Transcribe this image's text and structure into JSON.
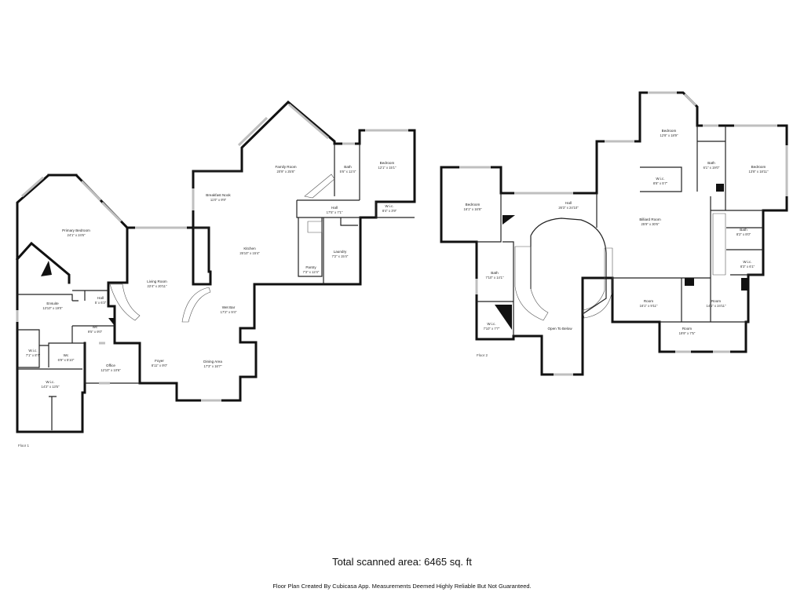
{
  "rooms": {
    "primary_bedroom": {
      "name": "Primary Bedroom",
      "dims": "24'1\" x 24'6\""
    },
    "ensuite": {
      "name": "Ensuite",
      "dims": "13'10\" x 19'0\""
    },
    "wic_a": {
      "name": "W.i.c.",
      "dims": "7'1\" x 8'7\""
    },
    "wc_a": {
      "name": "Wc",
      "dims": "6'9\" x 5'10\""
    },
    "wic_b": {
      "name": "W.i.c.",
      "dims": "14'2\" x 13'5\""
    },
    "hall_a": {
      "name": "Hall",
      "dims": "5' x 6'3\""
    },
    "wc_b": {
      "name": "Wc",
      "dims": "9'5\" x 9'0\""
    },
    "office": {
      "name": "Office",
      "dims": "12'10\" x 10'6\""
    },
    "living_room": {
      "name": "Living Room",
      "dims": "22'4\" x 20'11\""
    },
    "foyer": {
      "name": "Foyer",
      "dims": "8'11\" x 9'0\""
    },
    "dining_area": {
      "name": "Dining Area",
      "dims": "17'3\" x 16'7\""
    },
    "wet_bar": {
      "name": "Wet Bar",
      "dims": "17'2\" x 9'4\""
    },
    "breakfast_nook": {
      "name": "Breakfast Nook",
      "dims": "11'0\" x 9'9\""
    },
    "kitchen": {
      "name": "Kitchen",
      "dims": "25'10\" x 15'4\""
    },
    "family_room": {
      "name": "Family Room",
      "dims": "20'9\" x 25'8\""
    },
    "bath_1": {
      "name": "Bath",
      "dims": "5'6\" x 12'4\""
    },
    "bedroom_1": {
      "name": "Bedroom",
      "dims": "12'1\" x 15'1\""
    },
    "hall_b": {
      "name": "Hall",
      "dims": "17'5\" x 7'1\""
    },
    "wic_c": {
      "name": "W.i.c.",
      "dims": "8'4\" x 3'9\""
    },
    "pantry": {
      "name": "Pantry",
      "dims": "7'3\" x 12'4\""
    },
    "laundry": {
      "name": "Laundry",
      "dims": "7'2\" x 15'4\""
    },
    "bedroom_2": {
      "name": "Bedroom",
      "dims": "16'1\" x 16'8\""
    },
    "hall_c": {
      "name": "Hall",
      "dims": "26'3\" x 24'10\""
    },
    "bath_2": {
      "name": "Bath",
      "dims": "7'10\" x 14'1\""
    },
    "wic_d": {
      "name": "W.i.c.",
      "dims": "7'10\" x 7'7\""
    },
    "open_to_below": {
      "name": "Open To Below",
      "dims": ""
    },
    "billiard_room": {
      "name": "Billiard Room",
      "dims": "25'9\" x 30'6\""
    },
    "bedroom_3": {
      "name": "Bedroom",
      "dims": "12'8\" x 18'9\""
    },
    "wic_e": {
      "name": "W.i.c.",
      "dims": "8'8\" x 5'7\""
    },
    "bath_3": {
      "name": "Bath",
      "dims": "6'1\" x 19'0\""
    },
    "bedroom_4": {
      "name": "Bedroom",
      "dims": "13'8\" x 18'11\""
    },
    "bath_4": {
      "name": "Bath",
      "dims": "8'2\" x 8'0\""
    },
    "wic_f": {
      "name": "W.i.c.",
      "dims": "8'3\" x 6'1\""
    },
    "room_1": {
      "name": "Room",
      "dims": "16'1\" x 9'11\""
    },
    "room_2": {
      "name": "Room",
      "dims": "14'1\" x 24'11\""
    },
    "room_3": {
      "name": "Room",
      "dims": "19'9\" x 7'5\""
    }
  },
  "floors": {
    "floor1": "Floor 1",
    "floor2": "Floor 2"
  },
  "footer": {
    "total_area": "Total scanned area: 6465 sq. ft",
    "disclaimer": "Floor Plan Created By Cubicasa App. Measurements Deemed Highly Reliable But Not Guaranteed."
  }
}
